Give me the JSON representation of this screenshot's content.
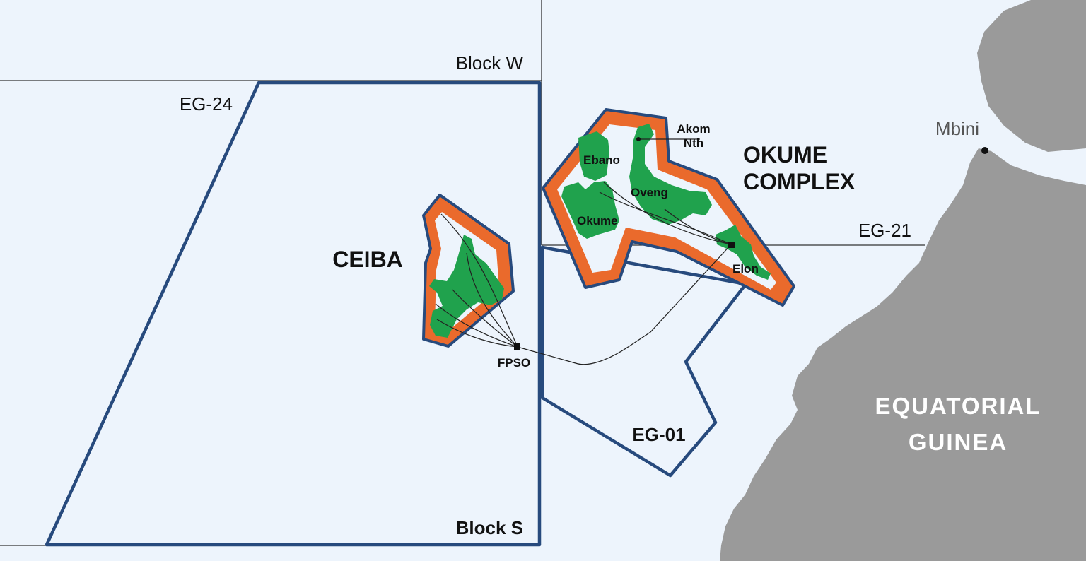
{
  "map": {
    "colors": {
      "sea": "#edf4fc",
      "land": "#9a9a9a",
      "block_outline": "#274a7d",
      "thin_line": "#333333",
      "licence_orange": "#ea6a2c",
      "field_green": "#20a24d"
    },
    "blocks": {
      "block_w": "Block W",
      "eg_24": "EG-24",
      "block_s": "Block S",
      "eg_21": "EG-21",
      "eg_01": "EG-01"
    },
    "areas": {
      "ceiba": "CEIBA",
      "okume_line1": "OKUME",
      "okume_line2": "COMPLEX"
    },
    "fields": {
      "ebano": "Ebano",
      "akom_line1": "Akom",
      "akom_line2": "Nth",
      "oveng": "Oveng",
      "okume": "Okume",
      "elon": "Elon"
    },
    "facilities": {
      "fpso": "FPSO"
    },
    "land": {
      "country_line1": "EQUATORIAL",
      "country_line2": "GUINEA",
      "town": "Mbini"
    }
  }
}
